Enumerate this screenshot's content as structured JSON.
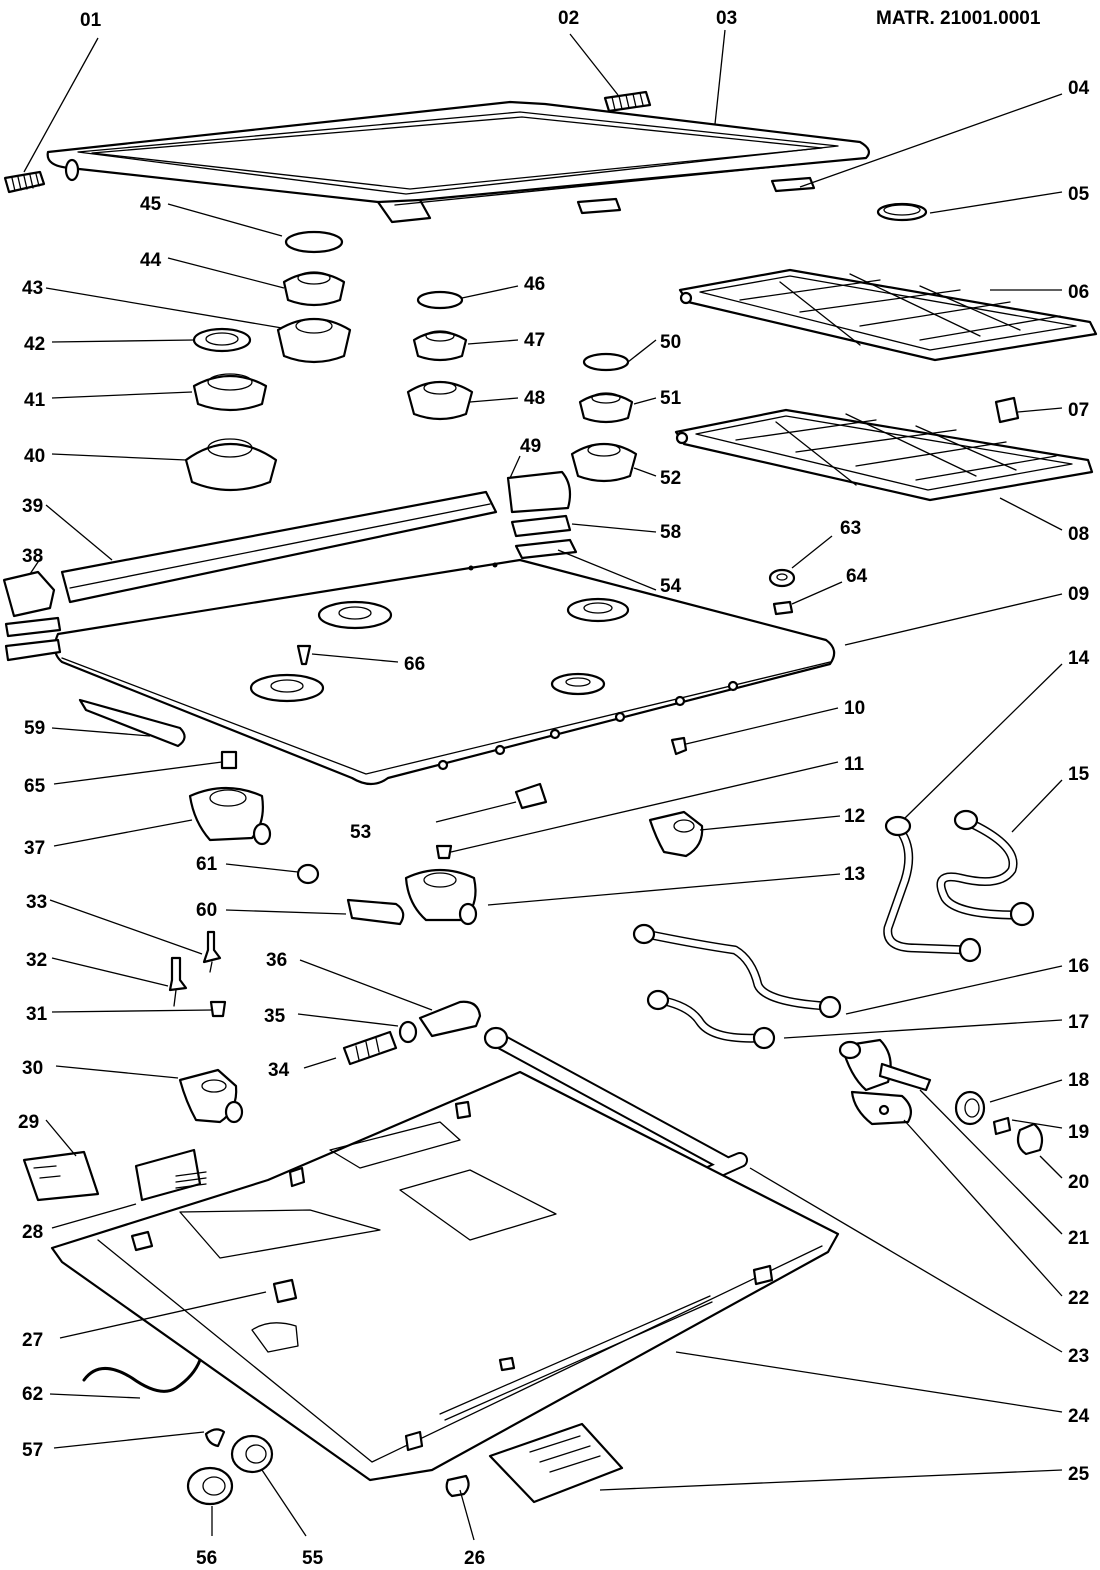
{
  "header": {
    "matr": "MATR. 21001.0001"
  },
  "labels": {
    "l01": "01",
    "l02": "02",
    "l03": "03",
    "l04": "04",
    "l05": "05",
    "l06": "06",
    "l07": "07",
    "l08": "08",
    "l09": "09",
    "l10": "10",
    "l11": "11",
    "l12": "12",
    "l13": "13",
    "l14": "14",
    "l15": "15",
    "l16": "16",
    "l17": "17",
    "l18": "18",
    "l19": "19",
    "l20": "20",
    "l21": "21",
    "l22": "22",
    "l23": "23",
    "l24": "24",
    "l25": "25",
    "l26": "26",
    "l27": "27",
    "l28": "28",
    "l29": "29",
    "l30": "30",
    "l31": "31",
    "l32": "32",
    "l33": "33",
    "l34": "34",
    "l35": "35",
    "l36": "36",
    "l37": "37",
    "l38": "38",
    "l39": "39",
    "l40": "40",
    "l41": "41",
    "l42": "42",
    "l43": "43",
    "l44": "44",
    "l45": "45",
    "l46": "46",
    "l47": "47",
    "l48": "48",
    "l49": "49",
    "l50": "50",
    "l51": "51",
    "l52": "52",
    "l53": "53",
    "l54": "54",
    "l55": "55",
    "l56": "56",
    "l57": "57",
    "l58": "58",
    "l59": "59",
    "l60": "60",
    "l61": "61",
    "l62": "62",
    "l63": "63",
    "l64": "64",
    "l65": "65",
    "l66": "66"
  }
}
